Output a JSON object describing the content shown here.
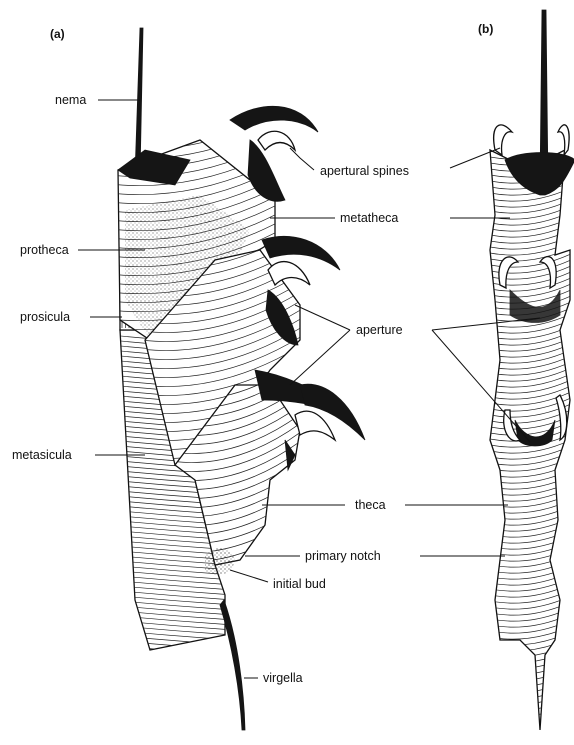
{
  "panels": {
    "a": "(a)",
    "b": "(b)"
  },
  "labels": {
    "nema": "nema",
    "protheca": "protheca",
    "prosicula": "prosicula",
    "metasicula": "metasicula",
    "apertural_spines": "apertural spines",
    "metatheca": "metatheca",
    "aperture": "aperture",
    "theca": "theca",
    "primary_notch": "primary notch",
    "initial_bud": "initial bud",
    "virgella": "virgella"
  }
}
